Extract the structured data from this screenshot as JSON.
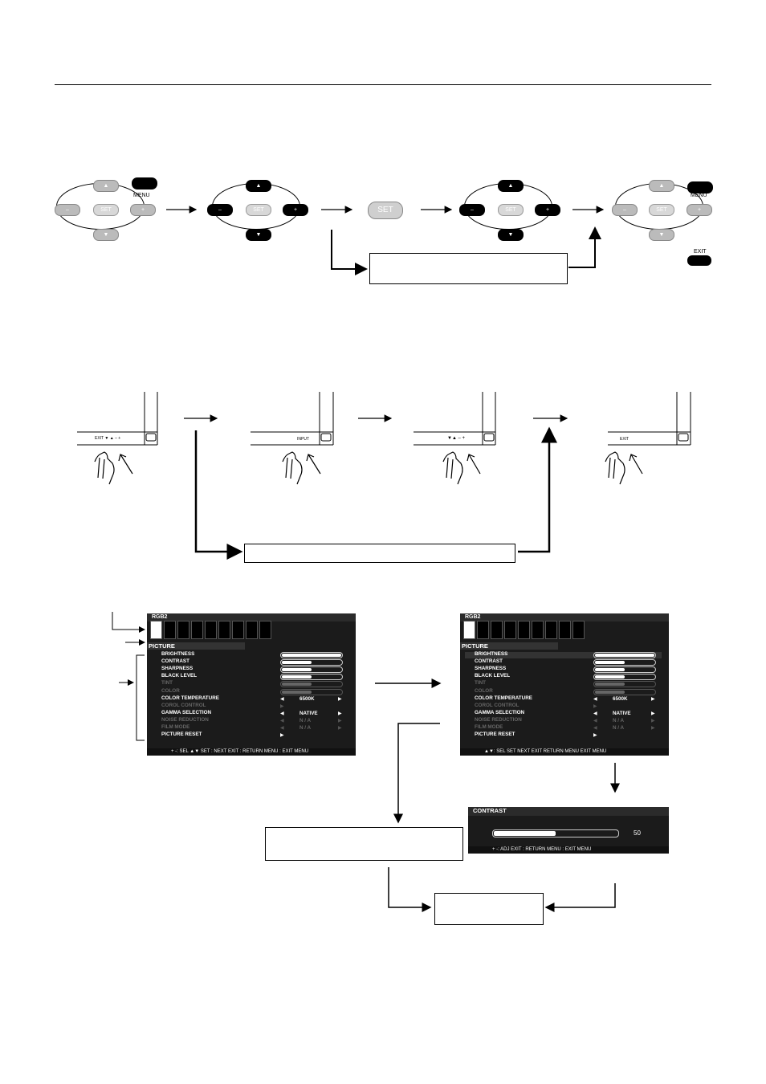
{
  "remote": {
    "menu_label": "MENU",
    "exit_label": "EXIT",
    "set_label": "SET",
    "up": "▲",
    "down": "▼",
    "minus": "–",
    "plus": "+"
  },
  "panel": {
    "labels": [
      "EXIT  ▼ ▲  –  +",
      "INPUT",
      "▼▲  – +",
      "EXIT"
    ]
  },
  "osd1": {
    "source": "RGB2",
    "section": "PICTURE",
    "items": [
      {
        "label": "BRIGHTNESS",
        "dim": false,
        "control": "bar",
        "level": 1.0
      },
      {
        "label": "CONTRAST",
        "dim": false,
        "control": "bar",
        "level": 0.5
      },
      {
        "label": "SHARPNESS",
        "dim": false,
        "control": "bar",
        "level": 0.5
      },
      {
        "label": "BLACK LEVEL",
        "dim": false,
        "control": "bar",
        "level": 0.5
      },
      {
        "label": "TINT",
        "dim": true,
        "control": "bar",
        "level": 0.5
      },
      {
        "label": "COLOR",
        "dim": true,
        "control": "bar",
        "level": 0.5
      },
      {
        "label": "COLOR TEMPERATURE",
        "dim": false,
        "control": "value",
        "value": "6500K"
      },
      {
        "label": "COROL CONTROL",
        "dim": true,
        "control": "arrow"
      },
      {
        "label": "GAMMA SELECTION",
        "dim": false,
        "control": "value",
        "value": "NATIVE"
      },
      {
        "label": "NOISE REDUCTION",
        "dim": true,
        "control": "value",
        "value": "N / A"
      },
      {
        "label": "FILM MODE",
        "dim": true,
        "control": "value",
        "value": "N / A"
      },
      {
        "label": "PICTURE RESET",
        "dim": false,
        "control": "arrow"
      }
    ],
    "footer": "+ -: SEL   ▲▼ SET : NEXT   EXIT : RETURN   MENU : EXIT MENU"
  },
  "osd2": {
    "source": "RGB2",
    "section": "PICTURE",
    "footer": "▲▼: SEL  SET   NEXT   EXIT   RETURN   MENU  EXIT MENU"
  },
  "contrast_osd": {
    "title": "CONTRAST",
    "value": "50",
    "level": 0.5,
    "footer": "+ -: ADJ          EXIT : RETURN          MENU : EXIT MENU"
  }
}
